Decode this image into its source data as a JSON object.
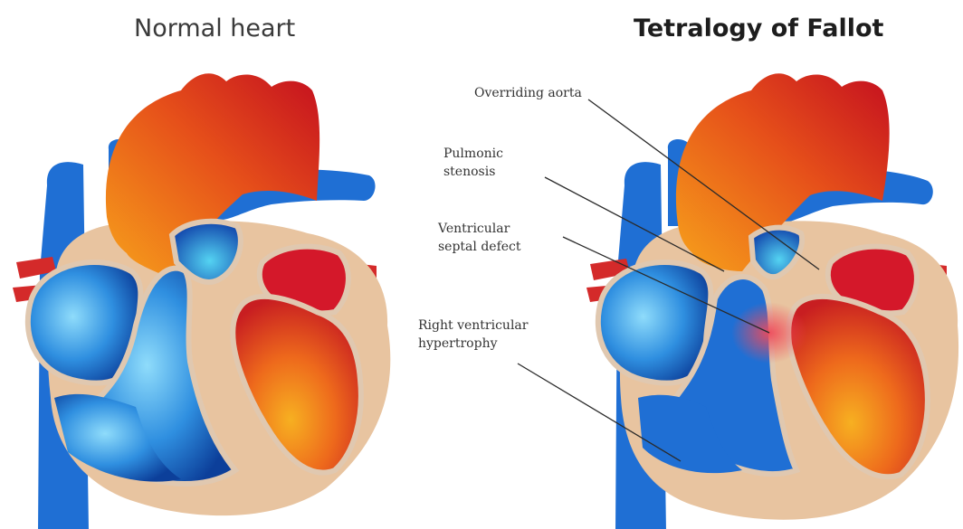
{
  "titles": {
    "left": "Normal heart",
    "right": "Tetralogy of Fallot"
  },
  "callouts": {
    "aorta": {
      "lines": [
        "Overriding aorta"
      ]
    },
    "stenosis": {
      "lines": [
        "Pulmonic",
        "stenosis"
      ]
    },
    "vsd": {
      "lines": [
        "Ventricular",
        "septal defect"
      ]
    },
    "hypertrophy": {
      "lines": [
        "Right ventricular",
        "hypertrophy"
      ]
    }
  },
  "colors": {
    "oxygenated_light": "#f5a623",
    "oxygenated_dark": "#c8102e",
    "deoxygenated_light": "#7fd3f7",
    "deoxygenated_dark": "#1565c0",
    "myocardium": "#e9c7a6",
    "septum_outline": "#dcc3ad"
  }
}
